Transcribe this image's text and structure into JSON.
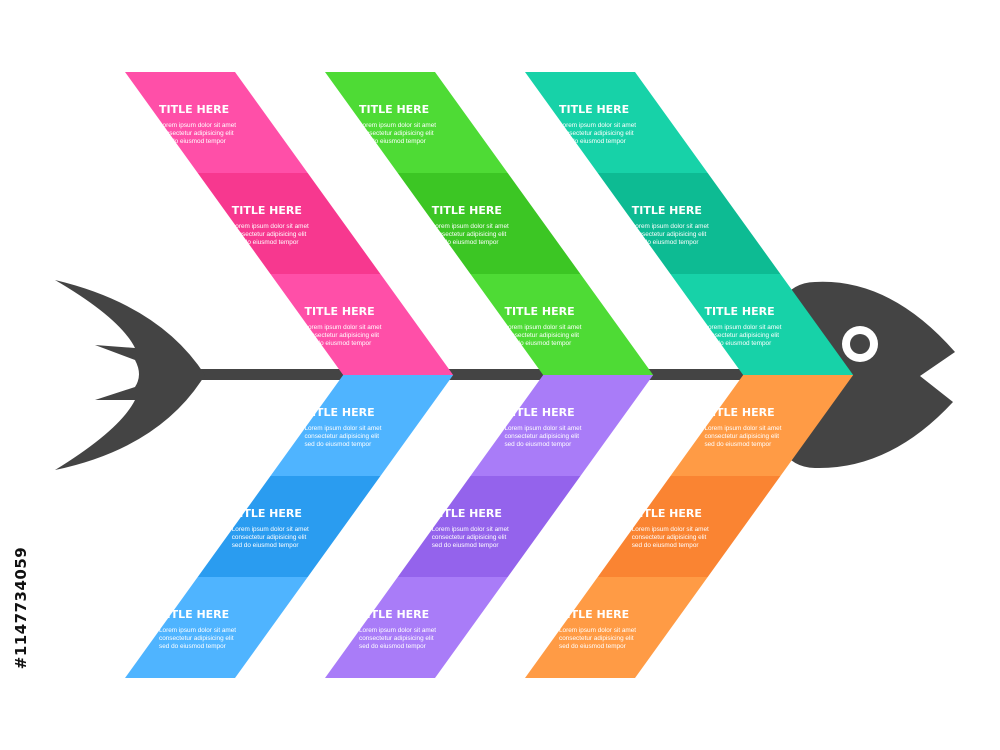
{
  "stock_id": "#1147734059",
  "fish": {
    "body_color": "#444444",
    "eye_color": "#ffffff"
  },
  "upper_branches": [
    {
      "color_light": "#FF4FA8",
      "color_dark": "#F7388F",
      "segments": [
        {
          "title": "TITLE HERE",
          "lines": [
            "Lorem ipsum dolor sit amet",
            "consectetur adipisicing elit",
            "sed do eiusmod tempor"
          ]
        },
        {
          "title": "TITLE HERE",
          "lines": [
            "Lorem ipsum dolor sit amet",
            "consectetur adipisicing elit",
            "sed do eiusmod tempor"
          ]
        },
        {
          "title": "TITLE HERE",
          "lines": [
            "Lorem ipsum dolor sit amet",
            "consectetur adipisicing elit",
            "sed do eiusmod tempor"
          ]
        }
      ]
    },
    {
      "color_light": "#4EDB35",
      "color_dark": "#3CC624",
      "segments": [
        {
          "title": "TITLE HERE",
          "lines": [
            "Lorem ipsum dolor sit amet",
            "consectetur adipisicing elit",
            "sed do eiusmod tempor"
          ]
        },
        {
          "title": "TITLE HERE",
          "lines": [
            "Lorem ipsum dolor sit amet",
            "consectetur adipisicing elit",
            "sed do eiusmod tempor"
          ]
        },
        {
          "title": "TITLE HERE",
          "lines": [
            "Lorem ipsum dolor sit amet",
            "consectetur adipisicing elit",
            "sed do eiusmod tempor"
          ]
        }
      ]
    },
    {
      "color_light": "#17D2A8",
      "color_dark": "#0DBB93",
      "segments": [
        {
          "title": "TITLE HERE",
          "lines": [
            "Lorem ipsum dolor sit amet",
            "consectetur adipisicing elit",
            "sed do eiusmod tempor"
          ]
        },
        {
          "title": "TITLE HERE",
          "lines": [
            "Lorem ipsum dolor sit amet",
            "consectetur adipisicing elit",
            "sed do eiusmod tempor"
          ]
        },
        {
          "title": "TITLE HERE",
          "lines": [
            "Lorem ipsum dolor sit amet",
            "consectetur adipisicing elit",
            "sed do eiusmod tempor"
          ]
        }
      ]
    }
  ],
  "lower_branches": [
    {
      "color_light": "#4FB4FF",
      "color_dark": "#2A9CF0",
      "segments": [
        {
          "title": "TITLE HERE",
          "lines": [
            "Lorem ipsum dolor sit amet",
            "consectetur adipisicing elit",
            "sed do eiusmod tempor"
          ]
        },
        {
          "title": "TITLE HERE",
          "lines": [
            "Lorem ipsum dolor sit amet",
            "consectetur adipisicing elit",
            "sed do eiusmod tempor"
          ]
        },
        {
          "title": "TITLE HERE",
          "lines": [
            "Lorem ipsum dolor sit amet",
            "consectetur adipisicing elit",
            "sed do eiusmod tempor"
          ]
        }
      ]
    },
    {
      "color_light": "#A97CF8",
      "color_dark": "#9463EC",
      "segments": [
        {
          "title": "TITLE HERE",
          "lines": [
            "Lorem ipsum dolor sit amet",
            "consectetur adipisicing elit",
            "sed do eiusmod tempor"
          ]
        },
        {
          "title": "TITLE HERE",
          "lines": [
            "Lorem ipsum dolor sit amet",
            "consectetur adipisicing elit",
            "sed do eiusmod tempor"
          ]
        },
        {
          "title": "TITLE HERE",
          "lines": [
            "Lorem ipsum dolor sit amet",
            "consectetur adipisicing elit",
            "sed do eiusmod tempor"
          ]
        }
      ]
    },
    {
      "color_light": "#FF9B45",
      "color_dark": "#FA8432",
      "segments": [
        {
          "title": "TITLE HERE",
          "lines": [
            "Lorem ipsum dolor sit amet",
            "consectetur adipisicing elit",
            "sed do eiusmod tempor"
          ]
        },
        {
          "title": "TITLE HERE",
          "lines": [
            "Lorem ipsum dolor sit amet",
            "consectetur adipisicing elit",
            "sed do eiusmod tempor"
          ]
        },
        {
          "title": "TITLE HERE",
          "lines": [
            "Lorem ipsum dolor sit amet",
            "consectetur adipisicing elit",
            "sed do eiusmod tempor"
          ]
        }
      ]
    }
  ]
}
